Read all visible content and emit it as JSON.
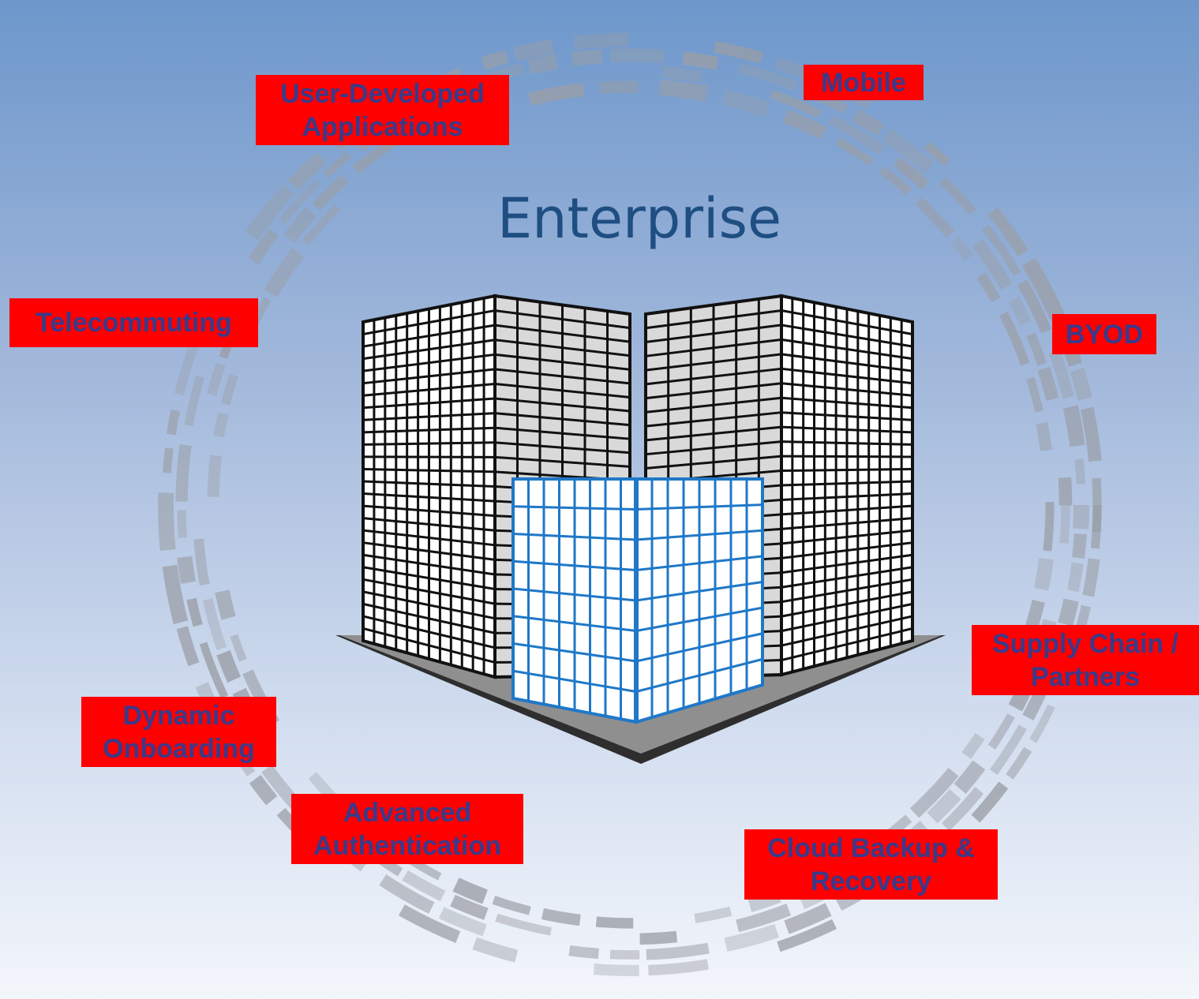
{
  "title": "Enterprise",
  "colors": {
    "tag_background": "#ff0000",
    "tag_text": "#3a3a8a",
    "title_text": "#1f4e82",
    "ring": "#9a9ea6",
    "tower_dark": "#111111",
    "tower_front": "#1f78c8"
  },
  "icons": [
    "dashed-ring",
    "office-buildings-icon"
  ],
  "tags": {
    "user_developed": [
      "User-Developed",
      "Applications"
    ],
    "mobile": [
      "Mobile"
    ],
    "telecommuting": [
      "Telecommuting"
    ],
    "byod": [
      "BYOD"
    ],
    "supply_chain": [
      "Supply Chain /",
      "Partners"
    ],
    "dynamic_onboarding": [
      "Dynamic",
      "Onboarding"
    ],
    "advanced_auth": [
      "Advanced",
      "Authentication"
    ],
    "cloud_backup": [
      "Cloud Backup &",
      "Recovery"
    ]
  }
}
